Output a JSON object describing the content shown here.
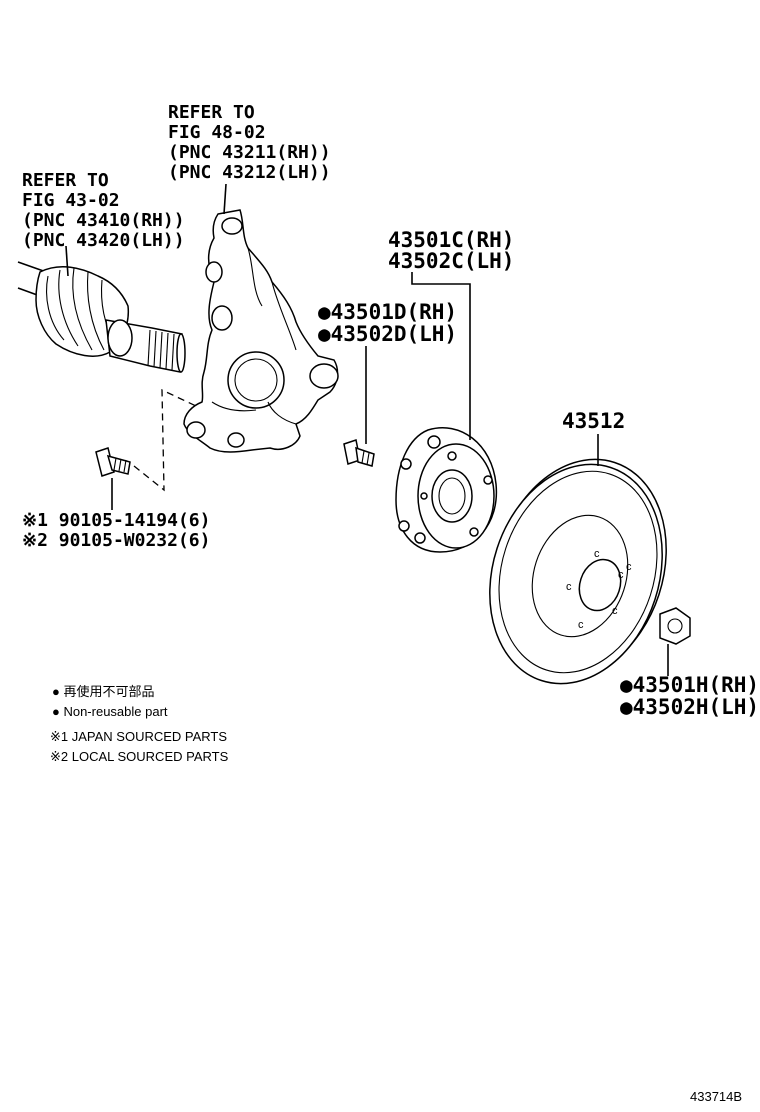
{
  "callouts": {
    "axle_ref": [
      "REFER TO",
      "FIG 43-02",
      "(PNC 43410(RH))",
      "(PNC 43420(LH))"
    ],
    "knuckle_ref": [
      "REFER TO",
      "FIG 48-02",
      "(PNC 43211(RH))",
      "(PNC 43212(LH))"
    ],
    "hub_assy": [
      "43501C(RH)",
      "43502C(LH)"
    ],
    "hub_bolt": [
      "●43501D(RH)",
      "●43502D(LH)"
    ],
    "disc": "43512",
    "hub_nut": [
      "●43501H(RH)",
      "●43502H(LH)"
    ],
    "knuckle_bolt": [
      "※1 90105-14194(6)",
      "※2 90105-W0232(6)"
    ]
  },
  "legend": {
    "non_reusable_jp": "● 再使用不可部品",
    "non_reusable_en": "● Non-reusable part",
    "note1": "※1 JAPAN SOURCED PARTS",
    "note2": "※2 LOCAL SOURCED PARTS"
  },
  "figure_id": "433714B"
}
